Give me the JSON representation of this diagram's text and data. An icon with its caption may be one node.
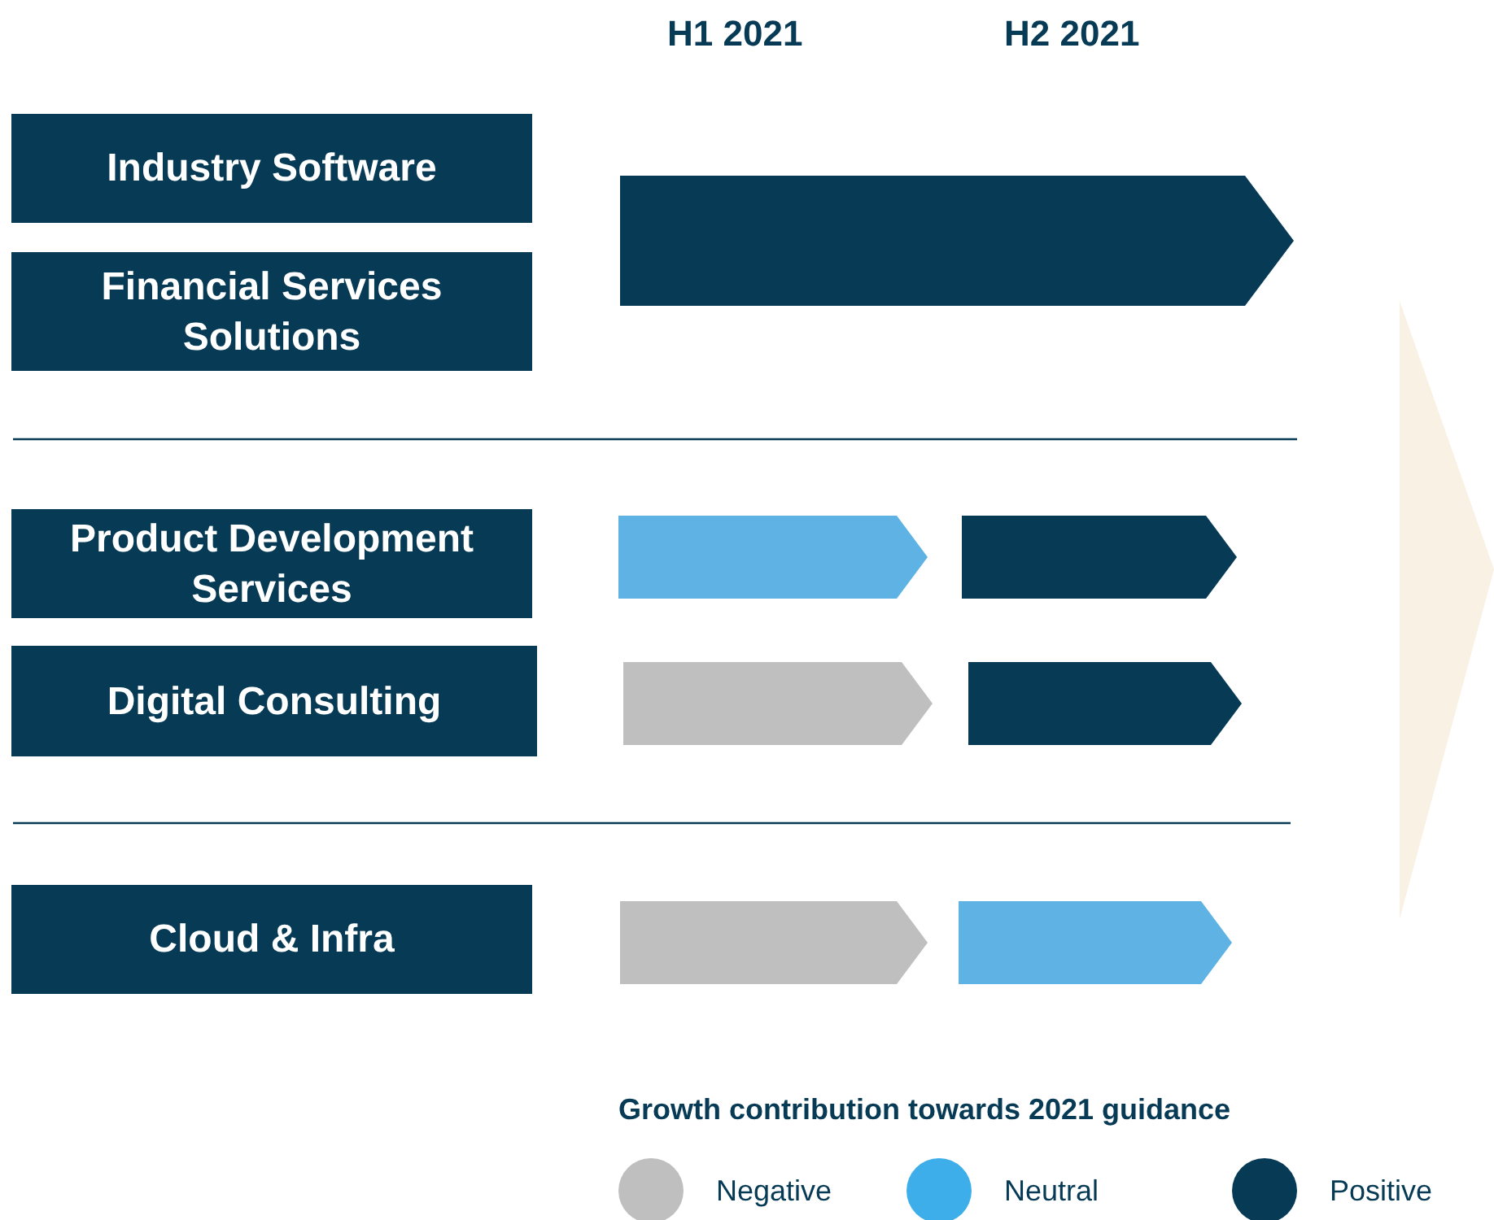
{
  "diagram": {
    "nodes": [
      {
        "text": [
          "Industry Software"
        ]
      },
      {
        "text": [
          "Financial Services Solutions"
        ]
      },
      {
        "text": [],
        "shape": "chevron"
      },
      {
        "text": [
          "Product Development Services"
        ]
      },
      {
        "text": [],
        "shape": "chevron"
      },
      {
        "text": [],
        "shape": "chevron"
      },
      {
        "text": [
          "Digital Consulting"
        ]
      },
      {
        "text": [],
        "shape": "chevron"
      },
      {
        "text": [],
        "shape": "chevron"
      },
      {
        "text": [
          "Cloud & Infra"
        ]
      },
      {
        "text": [],
        "shape": "chevron"
      },
      {
        "text": [],
        "shape": "chevron"
      }
    ],
    "edges": [],
    "labels": [
      "H1 2021",
      "H2 2021",
      "Growth contribution towards 2021 guidance"
    ],
    "legend": [
      {
        "text": "Negative",
        "color": "#bfbfbf"
      },
      {
        "text": "Neutral",
        "color": "#3daee9"
      },
      {
        "text": "Positive",
        "color": "#073a55"
      }
    ]
  }
}
